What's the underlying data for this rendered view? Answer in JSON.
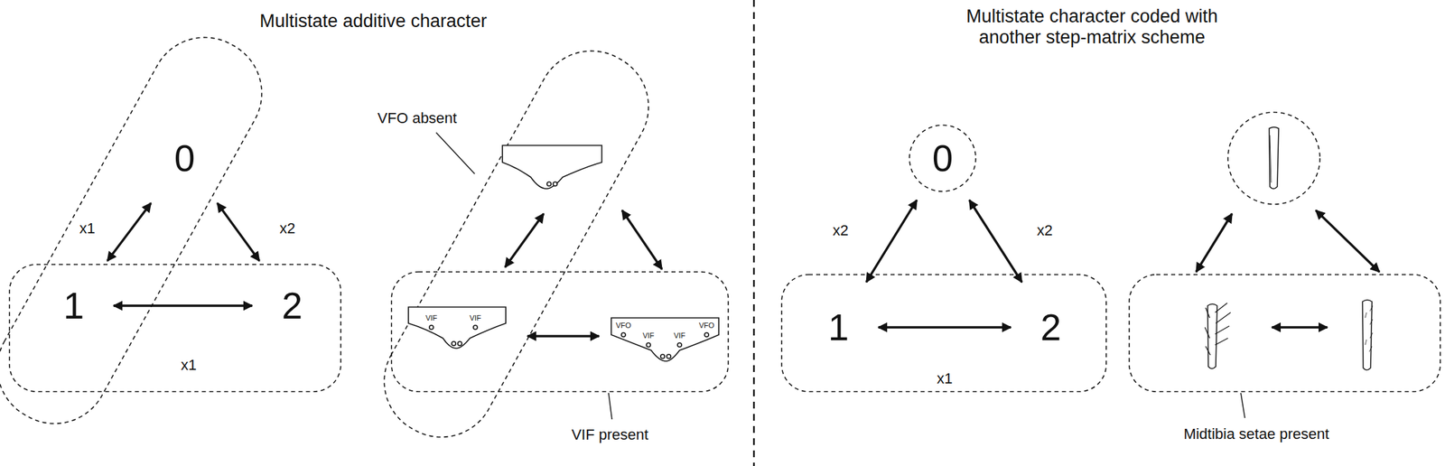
{
  "diagram": {
    "nodes": [
      {
        "text": [
          "0"
        ]
      },
      {
        "text": [
          "1"
        ]
      },
      {
        "text": [
          "2"
        ]
      },
      {
        "text": [
          "0"
        ]
      },
      {
        "text": [
          "1"
        ]
      },
      {
        "text": [
          "2"
        ]
      }
    ],
    "edges": [
      {
        "from": 0,
        "to": 1,
        "label": "x1",
        "arrow": "both"
      },
      {
        "from": 0,
        "to": 2,
        "label": "x2",
        "arrow": "both"
      },
      {
        "from": 1,
        "to": 2,
        "label": "x1",
        "arrow": "both"
      },
      {
        "from": 3,
        "to": 4,
        "label": "x2",
        "arrow": "both"
      },
      {
        "from": 3,
        "to": 5,
        "label": "x2",
        "arrow": "both"
      },
      {
        "from": 4,
        "to": 5,
        "label": "x1",
        "arrow": "both"
      }
    ],
    "labels": [
      "Multistate additive character",
      "Multistate character coded with another step-matrix scheme",
      "VFO absent",
      "VIF",
      "VIF",
      "VFO",
      "VIF",
      "VIF",
      "VFO",
      "VIF present",
      "Midtibia setae present"
    ]
  }
}
